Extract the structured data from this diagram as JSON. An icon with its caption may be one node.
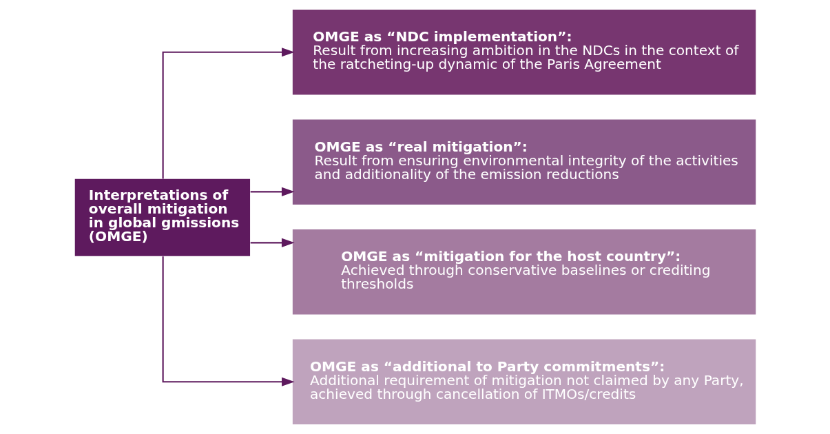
{
  "diagram": {
    "nodes": [
      {
        "text": [
          "Interpretations of overall mitigation in global gmissions (OMGE)"
        ]
      },
      {
        "text": [
          "OMGE as “NDC implementation”:",
          "Result from increasing ambition in the NDCs in the context of the ratcheting-up dynamic of the Paris Agreement"
        ]
      },
      {
        "text": [
          "OMGE as “real mitigation”:",
          "Result from ensuring environmental integrity of the activities and additionality of the emission reductions"
        ]
      },
      {
        "text": [
          "OMGE as “mitigation for the host country”:",
          "Achieved through conservative baselines or crediting thresholds"
        ]
      },
      {
        "text": [
          "OMGE as “additional to Party commitments”:",
          "Additional requirement of mitigation not claimed by any Party, achieved through cancellation of ITMOs/credits"
        ]
      }
    ],
    "edges": [
      {
        "from": 0,
        "to": 1,
        "arrow": "to"
      },
      {
        "from": 0,
        "to": 2,
        "arrow": "to"
      },
      {
        "from": 0,
        "to": 3,
        "arrow": "to"
      },
      {
        "from": 0,
        "to": 4,
        "arrow": "to"
      }
    ]
  }
}
